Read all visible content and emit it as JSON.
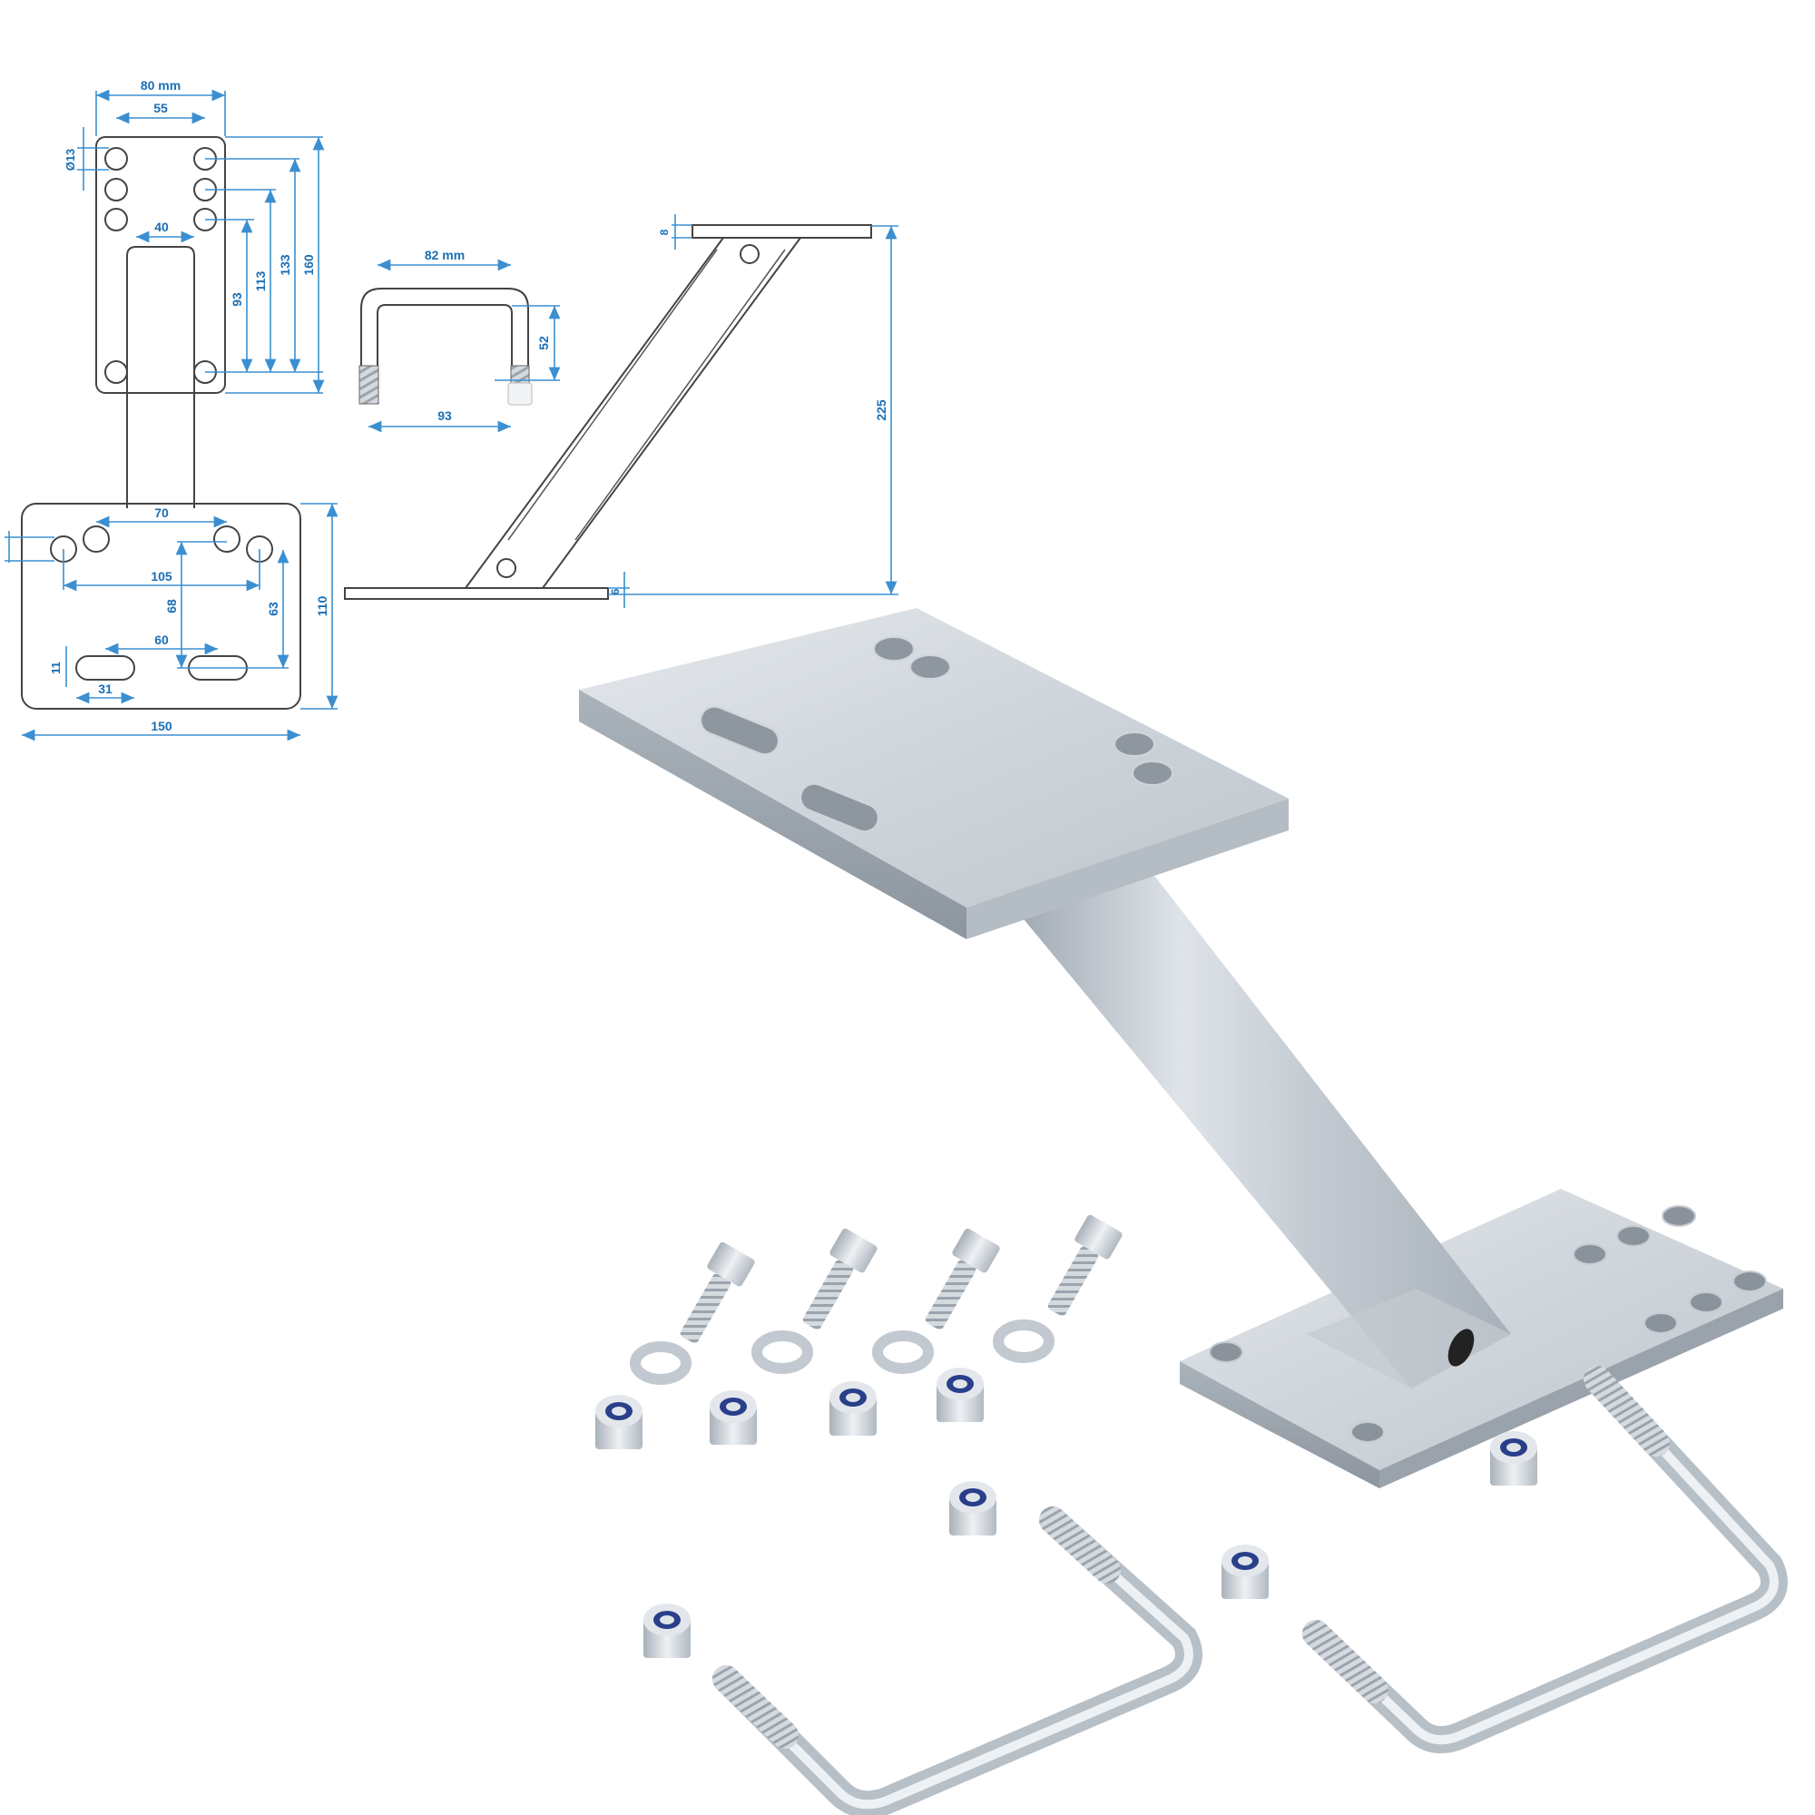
{
  "drawing_top_plate": {
    "width_label": "80 mm",
    "hole_spacing_label": "55",
    "hole_diameter_label": "Ø13",
    "slot_width_label": "40",
    "heights": [
      "93",
      "113",
      "133",
      "160"
    ]
  },
  "drawing_base_plate": {
    "hole_spacing_inner": "70",
    "hole_spacing_outer": "105",
    "vertical_68": "68",
    "vertical_63": "63",
    "slot_spacing": "60",
    "slot_height": "11",
    "slot_length": "31",
    "width_label": "150",
    "height_label": "110"
  },
  "drawing_ubolt": {
    "inner_width_label": "82 mm",
    "outer_width_label": "93",
    "height_label": "52"
  },
  "drawing_side_view": {
    "top_thickness_label": "8",
    "bottom_thickness_label": "6",
    "height_label": "225"
  },
  "photo": {
    "subject": "galvanized angled mounting bracket with hardware kit",
    "hardware": {
      "hex_bolts": 4,
      "washers": 4,
      "lock_nuts": 8,
      "u_bolts": 2
    },
    "colors": {
      "metal_light": "#d6dbe0",
      "metal_mid": "#aeb6bf",
      "metal_dark": "#7d8791",
      "nylon_insert": "#2a3f8a",
      "dimension_blue": "#1a6fb5"
    }
  }
}
